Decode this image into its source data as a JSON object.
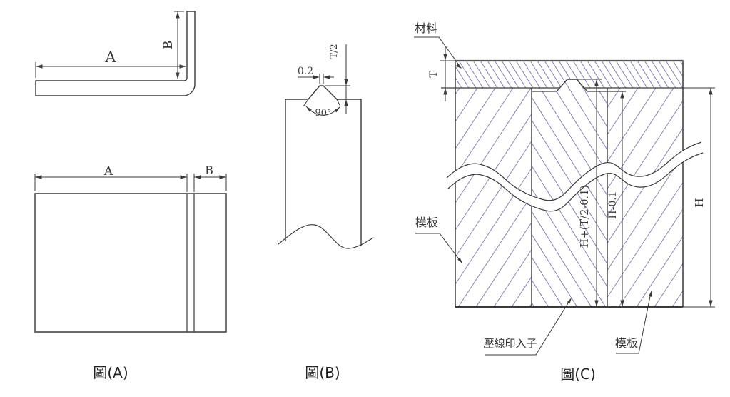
{
  "fig_a": {
    "caption": "圖(A)",
    "side_view": {
      "length_label": "A",
      "height_label": "B"
    },
    "flat_view": {
      "length_label": "A",
      "margin_label": "B"
    }
  },
  "fig_b": {
    "caption": "圖(B)",
    "tip_flat_width": "0.2",
    "tip_angle": "90°",
    "tip_height": "T/2"
  },
  "fig_c": {
    "caption": "圖(C)",
    "material_label": "材料",
    "plate_label_left": "模板",
    "plate_label_right": "模板",
    "insert_label": "壓線印入子",
    "material_thickness": "T",
    "insert_total_height": "H+(T/2-0.1)",
    "insert_body_height": "H-0.1",
    "plate_height": "H"
  },
  "colors": {
    "hatch": "#8585b5",
    "line": "#3a3a3a",
    "background": "#ffffff"
  }
}
